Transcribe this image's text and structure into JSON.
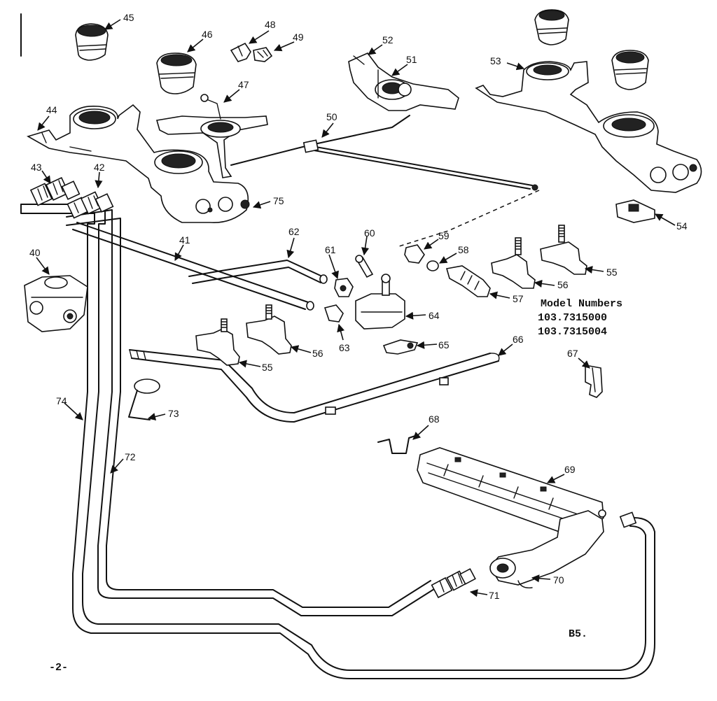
{
  "model_numbers": {
    "heading": "Model Numbers",
    "items": [
      "103.7315000",
      "103.7315004"
    ]
  },
  "page_number": "-2-",
  "figure_code": "B5.",
  "callouts": {
    "c40": "40",
    "c41": "41",
    "c42": "42",
    "c43": "43",
    "c44": "44",
    "c45": "45",
    "c46": "46",
    "c47": "47",
    "c48": "48",
    "c49": "49",
    "c50": "50",
    "c51": "51",
    "c52": "52",
    "c53": "53",
    "c54": "54",
    "c55a": "55",
    "c55b": "55",
    "c56a": "56",
    "c56b": "56",
    "c57": "57",
    "c58": "58",
    "c59": "59",
    "c60": "60",
    "c61": "61",
    "c62": "62",
    "c63": "63",
    "c64": "64",
    "c65": "65",
    "c66": "66",
    "c67": "67",
    "c68": "68",
    "c69": "69",
    "c70": "70",
    "c71": "71",
    "c72": "72",
    "c73": "73",
    "c74": "74",
    "c75": "75"
  }
}
